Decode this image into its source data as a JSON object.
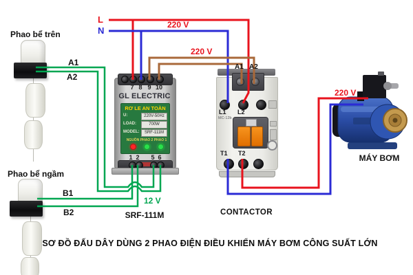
{
  "colors": {
    "wire_red": "#e8131d",
    "wire_blue": "#2b2bd5",
    "wire_green": "#00a651",
    "wire_brown": "#a9693a",
    "panel_green": "#27793f",
    "panel_title_yellow": "#ffd400",
    "led_red": "#ff2626",
    "led_green": "#2ae04c",
    "pump_blue": "#2b4da6",
    "brass": "#c49a4e"
  },
  "power": {
    "live_label": "L",
    "neutral_label": "N",
    "voltage_top": "220 V",
    "voltage_coil": "220 V",
    "voltage_pump": "220 V",
    "voltage_float": "12 V"
  },
  "floats": {
    "upper": {
      "title": "Phao bể trên",
      "wire_a": "A1",
      "wire_b": "A2"
    },
    "lower": {
      "title": "Phao bể ngầm",
      "wire_a": "B1",
      "wire_b": "B2"
    }
  },
  "relay": {
    "brand": "GL ELECTRIC",
    "panel_title": "RƠ LE AN TOÀN",
    "specs": [
      {
        "label": "U:",
        "value": "220V-50Hz"
      },
      {
        "label": "LOAD:",
        "value": "700W"
      },
      {
        "label": "MODEL:",
        "value": "SRF-111M"
      }
    ],
    "led_labels": [
      "NGUỒN",
      "PHAO 2",
      "PHAO 1"
    ],
    "top_terminals": [
      "7",
      "8",
      "9",
      "10"
    ],
    "bottom_terminals": [
      "1",
      "2",
      "5",
      "6"
    ],
    "model_label": "SRF-111M"
  },
  "contactor": {
    "title": "CONTACTOR",
    "model": "MC-12b",
    "coil_terminals": [
      "A1",
      "A2"
    ],
    "line_terminals": [
      "L1",
      "L2"
    ],
    "load_terminals": [
      "T1",
      "T2"
    ]
  },
  "pump": {
    "title": "MÁY BƠM"
  },
  "caption": "SƠ ĐỒ ĐẤU DÂY DÙNG 2 PHAO ĐIỆN ĐIỀU KHIỂN MÁY BƠM CÔNG SUẤT LỚN"
}
